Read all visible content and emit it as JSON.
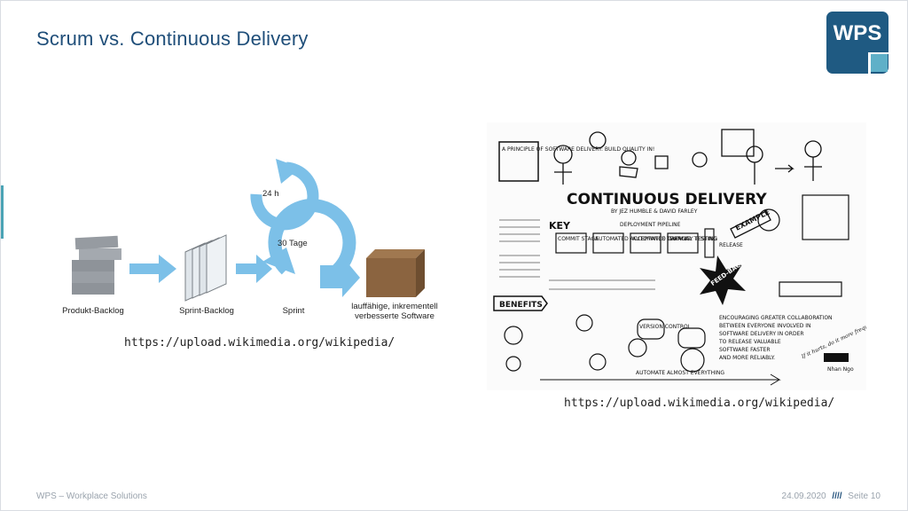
{
  "slide": {
    "title": "Scrum vs. Continuous Delivery",
    "logo_text": "WPS",
    "footer_left": "WPS – Workplace Solutions",
    "footer_date": "24.09.2020",
    "footer_separator": "////",
    "footer_page": "Seite 10"
  },
  "colors": {
    "title": "#1f4e79",
    "logo": "#1f5a82",
    "scrum_arrow": "#7cc0e8",
    "accent": "#4aa3b5"
  },
  "scrum_diagram": {
    "cycle_small": "24 h",
    "cycle_large": "30 Tage",
    "stages": [
      "Produkt-Backlog",
      "Sprint-Backlog",
      "Sprint"
    ],
    "result_line1": "lauffähige, inkrementell",
    "result_line2": "verbesserte Software",
    "source_url": "https://upload.wikimedia.org/wikipedia/"
  },
  "cd_sketch": {
    "title": "CONTINUOUS DELIVERY",
    "subtitle": "BY JEZ HUMBLE & DAVID FARLEY",
    "principle": "A PRINCIPLE OF SOFTWARE DELIVERY: BUILD QUALITY IN!",
    "key_label": "KEY",
    "pipeline_label": "DEPLOYMENT PIPELINE",
    "pipeline_stages": [
      "COMMIT STAGE",
      "AUTOMATED ACCEPTANCE TESTING",
      "AUTOMATED CAPACITY TESTING",
      "MANUAL TESTING",
      "RELEASE"
    ],
    "example_label": "EXAMPLE",
    "feedback_label": "FEED-BACK",
    "benefits_label": "BENEFITS",
    "encouraging_text": [
      "ENCOURAGING GREATER COLLABORATION",
      "BETWEEN EVERYONE INVOLVED IN",
      "SOFTWARE DELIVERY IN ORDER",
      "TO RELEASE VALUABLE",
      "SOFTWARE FASTER",
      "AND MORE RELIABLY."
    ],
    "quote": "If it hurts, do it more frequently",
    "automate_label": "AUTOMATE ALMOST EVERYTHING",
    "version_control_label": "VERSION CONTROL",
    "author": "Nhan Ngo",
    "source_url": "https://upload.wikimedia.org/wikipedia/"
  }
}
